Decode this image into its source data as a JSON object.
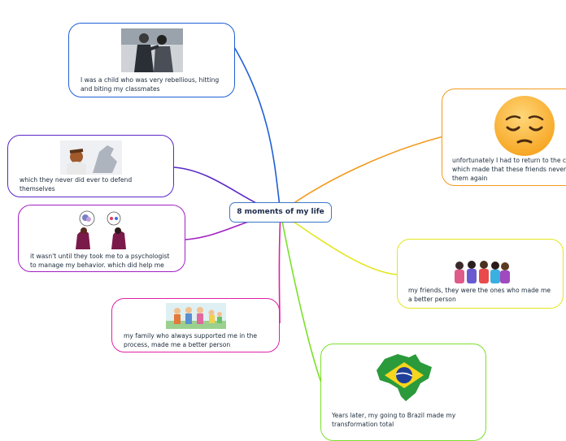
{
  "central_topic": "8 moments of my life",
  "topics": [
    {
      "id": "rebellious",
      "text": "I was a child who was very rebellious, hitting and biting my classmates",
      "color": "#1f5fd6"
    },
    {
      "id": "defend",
      "text": "which they never did ever to defend themselves",
      "color": "#5a27c8"
    },
    {
      "id": "psychologist",
      "text": "it wasn't until they took me to a psychologist to manage my behavior. which did help me",
      "color": "#a21fc4"
    },
    {
      "id": "family",
      "text": "my family who always supported me in the process, made me a better person",
      "color": "#e01fa8"
    },
    {
      "id": "return",
      "text": "unfortunately I had to return to the c which made that these friends never them again",
      "color": "#f39a1c"
    },
    {
      "id": "friends",
      "text": "my friends, they were the ones who made me a better person",
      "color": "#e3e61f"
    },
    {
      "id": "brazil",
      "text": "Years later, my going to Brazil made my transformation total",
      "color": "#7be02a"
    }
  ]
}
